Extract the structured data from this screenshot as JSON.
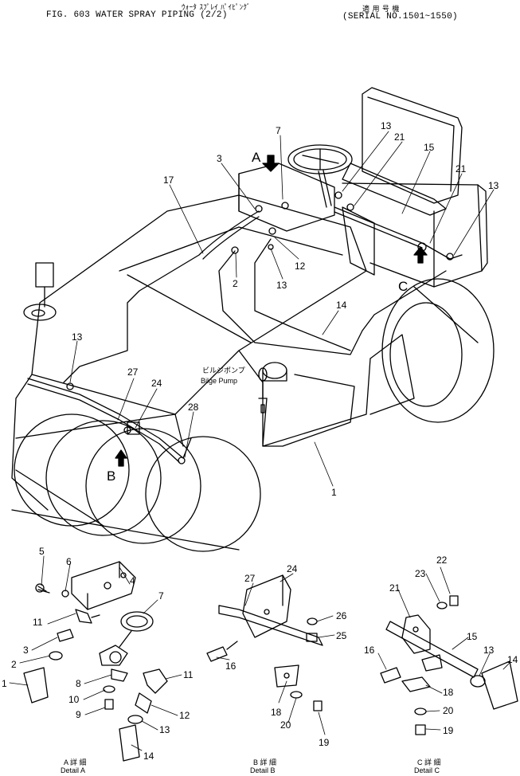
{
  "header": {
    "jp_title": "ｳｫｰﾀ ｽﾌﾟﾚｲ ﾊﾟｲﾋﾟﾝｸﾞ",
    "figure_title": "FIG. 603  WATER SPRAY PIPING (2/2)",
    "jp_applicable": "適 用 号 機",
    "serial": "(SERIAL NO.1501~1550)"
  },
  "main_view": {
    "view_labels": [
      "A",
      "B",
      "C"
    ],
    "bilge_pump_jp": "ビルジポンプ",
    "bilge_pump": "Bilge  Pump",
    "callouts": [
      "7",
      "13",
      "21",
      "15",
      "21",
      "13",
      "3",
      "17",
      "12",
      "2",
      "13",
      "14",
      "13",
      "27",
      "24",
      "28",
      "1"
    ]
  },
  "detail_a": {
    "callouts": [
      "5",
      "6",
      "4",
      "7",
      "11",
      "3",
      "2",
      "1",
      "8",
      "10",
      "9",
      "11",
      "12",
      "13",
      "14"
    ],
    "caption_jp": "A 詳 細",
    "caption": "Detail A"
  },
  "detail_b": {
    "callouts": [
      "27",
      "24",
      "26",
      "25",
      "16",
      "18",
      "20",
      "19"
    ],
    "caption_jp": "B 詳 細",
    "caption": "Detail B"
  },
  "detail_c": {
    "callouts": [
      "22",
      "23",
      "21",
      "15",
      "16",
      "13",
      "14",
      "18",
      "20",
      "19"
    ],
    "caption_jp": "C 詳 細",
    "caption": "Detail C"
  }
}
